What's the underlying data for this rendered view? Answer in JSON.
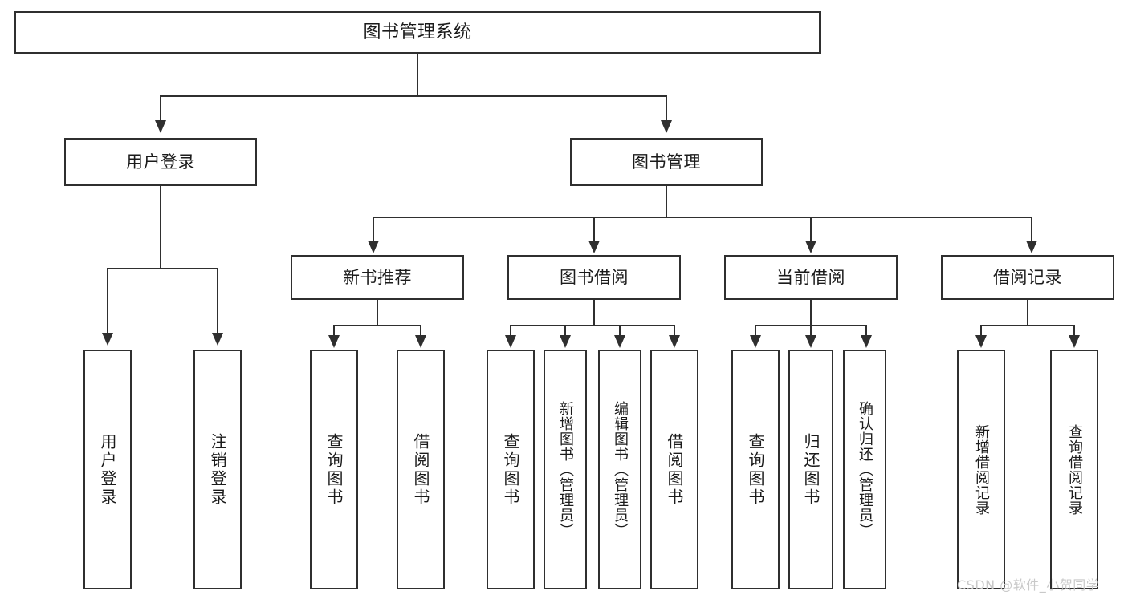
{
  "diagram": {
    "type": "tree-hierarchy-diagram",
    "title_node": {
      "label": "图书管理系统"
    },
    "level2": [
      {
        "id": "user-login",
        "label": "用户登录"
      },
      {
        "id": "book-management",
        "label": "图书管理"
      }
    ],
    "level3": [
      {
        "id": "new-book-recommend",
        "label": "新书推荐"
      },
      {
        "id": "book-borrow",
        "label": "图书借阅"
      },
      {
        "id": "current-borrow",
        "label": "当前借阅"
      },
      {
        "id": "borrow-record",
        "label": "借阅记录"
      }
    ],
    "leaves": [
      {
        "id": "leaf-user-login",
        "label": "用户登录",
        "group": "user-login"
      },
      {
        "id": "leaf-logout",
        "label": "注销登录",
        "group": "user-login"
      },
      {
        "id": "leaf-query-book-1",
        "label": "查询图书",
        "group": "new-book-recommend"
      },
      {
        "id": "leaf-borrow-book-1",
        "label": "借阅图书",
        "group": "new-book-recommend"
      },
      {
        "id": "leaf-query-book-2",
        "label": "查询图书",
        "group": "book-borrow"
      },
      {
        "id": "leaf-add-book",
        "label": "新增图书（管理员）",
        "group": "book-borrow"
      },
      {
        "id": "leaf-edit-book",
        "label": "编辑图书（管理员）",
        "group": "book-borrow"
      },
      {
        "id": "leaf-borrow-book-2",
        "label": "借阅图书",
        "group": "book-borrow"
      },
      {
        "id": "leaf-query-book-3",
        "label": "查询图书",
        "group": "current-borrow"
      },
      {
        "id": "leaf-return-book",
        "label": "归还图书",
        "group": "current-borrow"
      },
      {
        "id": "leaf-confirm-return",
        "label": "确认归还（管理员）",
        "group": "current-borrow"
      },
      {
        "id": "leaf-add-record",
        "label": "新增借阅记录",
        "group": "borrow-record"
      },
      {
        "id": "leaf-query-record",
        "label": "查询借阅记录",
        "group": "borrow-record"
      }
    ],
    "watermark": "CSDN @软件_小贺同学",
    "colors": {
      "stroke": "#2f2f2f",
      "fill": "#ffffff",
      "text": "#1b1b1b",
      "watermark": "#c9c9c9"
    }
  }
}
